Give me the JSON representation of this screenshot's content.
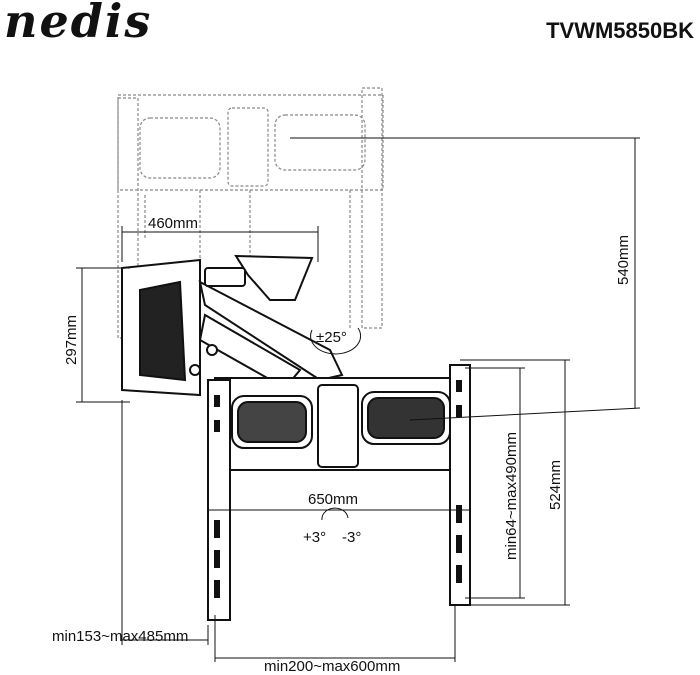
{
  "header": {
    "brand": "nedis",
    "model": "TVWM5850BK"
  },
  "dimensions": {
    "arm_width": "460mm",
    "arm_height": "297mm",
    "tilt": "±25°",
    "depth_span": "540mm",
    "vesa_width": "650mm",
    "rotate_plus": "+3°",
    "rotate_minus": "-3°",
    "vertical_adjust": "min64~max490mm",
    "bracket_height": "524mm",
    "wall_distance": "min153~max485mm",
    "horizontal_vesa": "min200~max600mm"
  }
}
